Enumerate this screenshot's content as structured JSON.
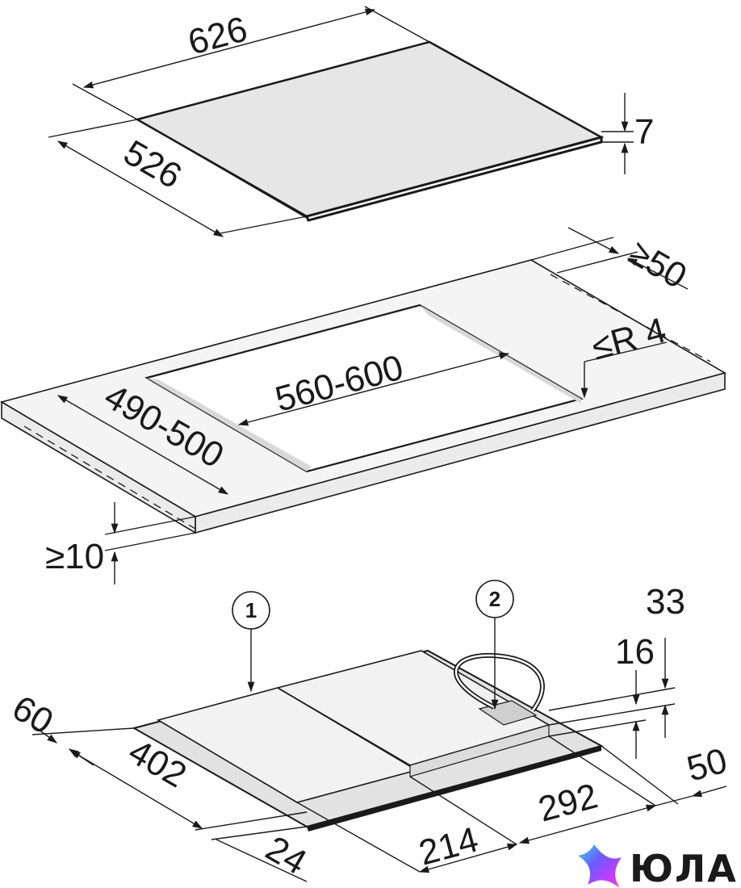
{
  "hob": {
    "width": "626",
    "depth": "526",
    "thickness": "7"
  },
  "cutout": {
    "rear_clearance": "≥50",
    "corner_radius": "≤R 4",
    "width": "560-600",
    "depth": "490-500",
    "front_clearance": "≥10"
  },
  "underside": {
    "callout_1": "1",
    "callout_2": "2",
    "height_33": "33",
    "height_16": "16",
    "left_60": "60",
    "depth_402": "402",
    "front_24": "24",
    "width_214": "214",
    "width_292": "292",
    "right_50": "50"
  },
  "brand": {
    "name": "ЮЛА",
    "colors": [
      "#3ad6e8",
      "#6a5cff",
      "#c23cff",
      "#ff3fa4"
    ]
  }
}
